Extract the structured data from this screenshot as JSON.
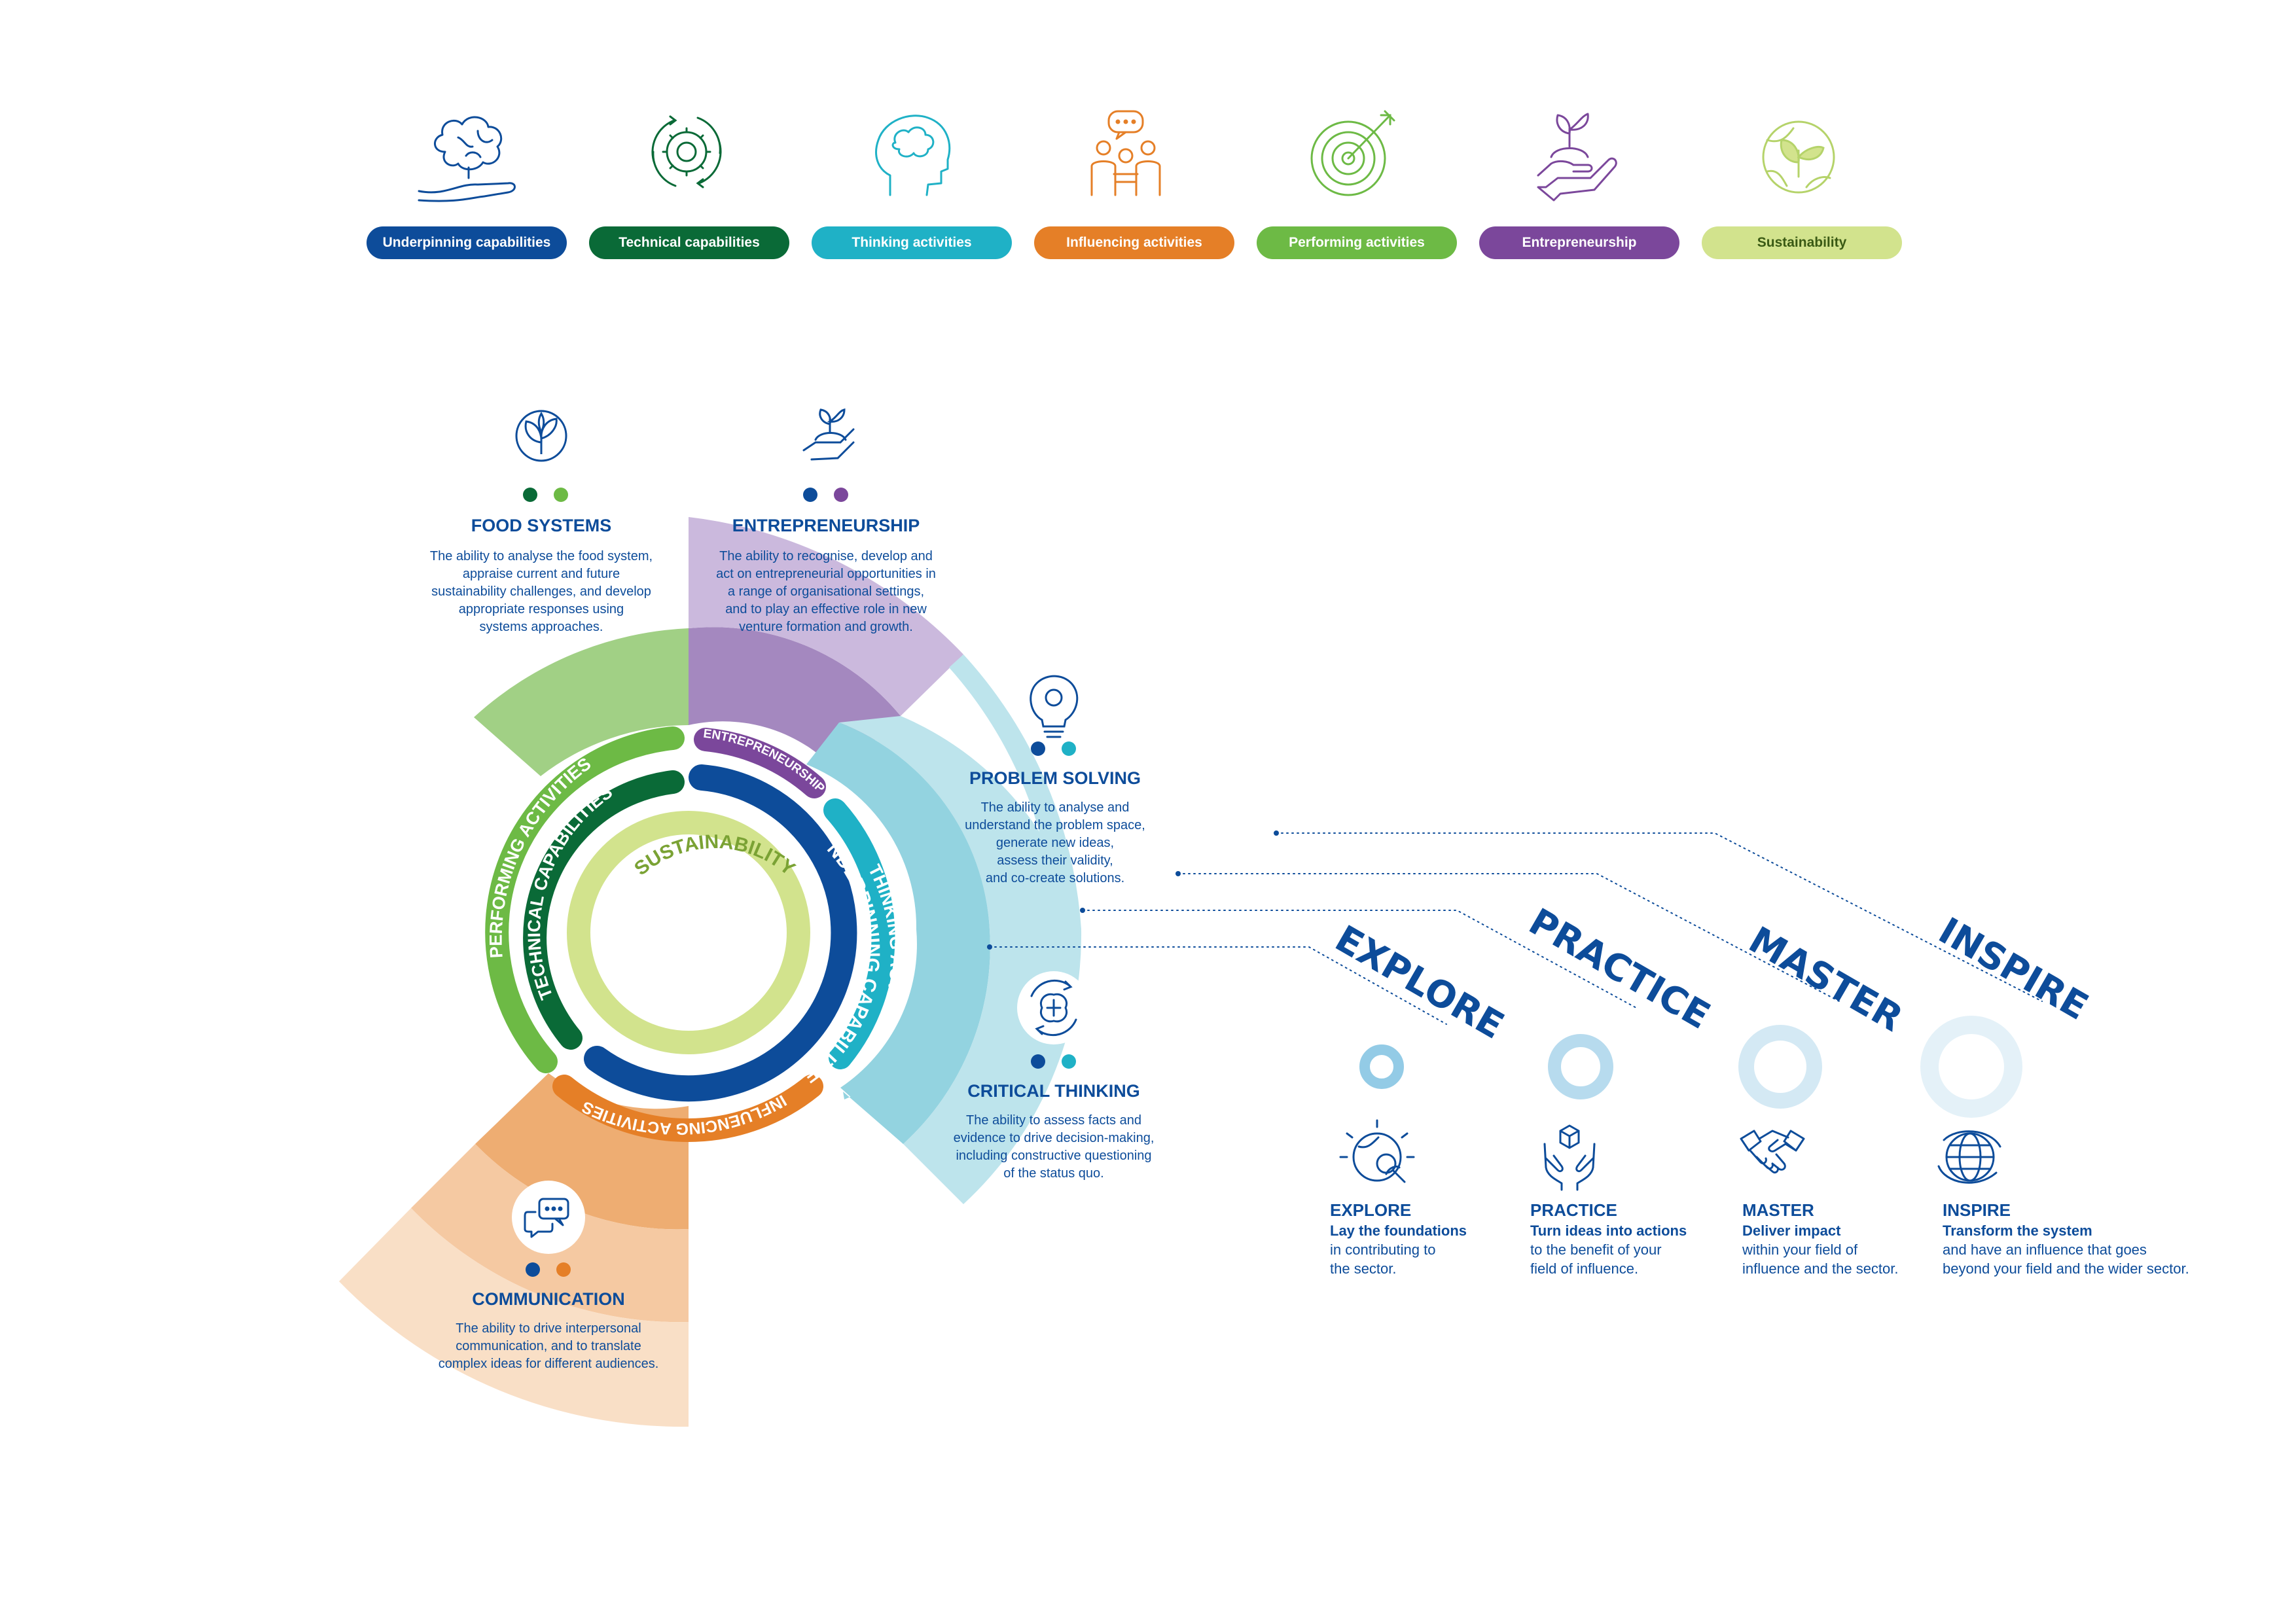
{
  "legend": {
    "items": [
      {
        "label": "Underpinning capabilities",
        "color": "#0d4c9a",
        "icon": "brain-hand-icon"
      },
      {
        "label": "Technical capabilities",
        "color": "#0a6a37",
        "icon": "gear-cycle-icon"
      },
      {
        "label": "Thinking activities",
        "color": "#1fb1c6",
        "icon": "head-brain-icon"
      },
      {
        "label": "Influencing activities",
        "color": "#e57f27",
        "icon": "speech-group-icon"
      },
      {
        "label": "Performing activities",
        "color": "#6dba45",
        "icon": "target-arrow-icon"
      },
      {
        "label": "Entrepreneurship",
        "color": "#7b479b",
        "icon": "plant-hand-icon"
      },
      {
        "label": "Sustainability",
        "color": "#d2e38d",
        "icon": "leaf-globe-icon"
      }
    ]
  },
  "wheel": {
    "rings": {
      "sustainability": "SUSTAINABILITY",
      "underpinning": "UNDERPINNING CAPABILITIES",
      "technical": "TECHNICAL CAPABILITIES",
      "entrepreneurship": "ENTREPRENEURSHIP",
      "thinking": "THINKING ACTIVITIES",
      "performing": "PERFORMING ACTIVITIES",
      "influencing": "INFLUENCING ACTIVITIES"
    },
    "segments": [
      {
        "title": "FOOD SYSTEMS",
        "lines": [
          "The ability to analyse the food system,",
          "appraise current and future",
          "sustainability challenges, and develop",
          "appropriate responses using",
          "systems approaches."
        ]
      },
      {
        "title": "ENTREPRENEURSHIP",
        "lines": [
          "The ability to recognise, develop and",
          "act on entrepreneurial opportunities in",
          "a range of organisational settings,",
          "and to play an effective role in new",
          "venture formation and growth."
        ]
      },
      {
        "title": "PROBLEM SOLVING",
        "lines": [
          "The ability to analyse and",
          "understand the problem space,",
          "generate new ideas,",
          "assess their validity,",
          "and co-create solutions."
        ]
      },
      {
        "title": "CRITICAL THINKING",
        "lines": [
          "The ability to assess facts and",
          "evidence to drive decision-making,",
          "including constructive questioning",
          "of the status quo."
        ]
      },
      {
        "title": "COMMUNICATION",
        "lines": [
          "The ability to drive interpersonal",
          "communication, and to translate",
          "complex ideas for different audiences."
        ]
      }
    ]
  },
  "stages": [
    {
      "word": "EXPLORE",
      "title": "EXPLORE",
      "subtitle": "Lay the foundations",
      "lines": [
        "in contributing to",
        "the sector."
      ],
      "icon": "globe-magnifier-icon"
    },
    {
      "word": "PRACTICE",
      "title": "PRACTICE",
      "subtitle": "Turn ideas into actions",
      "lines": [
        "to the benefit of your",
        "field of influence."
      ],
      "icon": "hands-cube-icon"
    },
    {
      "word": "MASTER",
      "title": "MASTER",
      "subtitle": "Deliver impact",
      "lines": [
        "within your field of",
        "influence and the sector."
      ],
      "icon": "handshake-icon"
    },
    {
      "word": "INSPIRE",
      "title": "INSPIRE",
      "subtitle": "Transform the system",
      "lines": [
        "and have an influence that goes",
        "beyond your field and the wider sector."
      ],
      "icon": "globe-icon"
    }
  ]
}
